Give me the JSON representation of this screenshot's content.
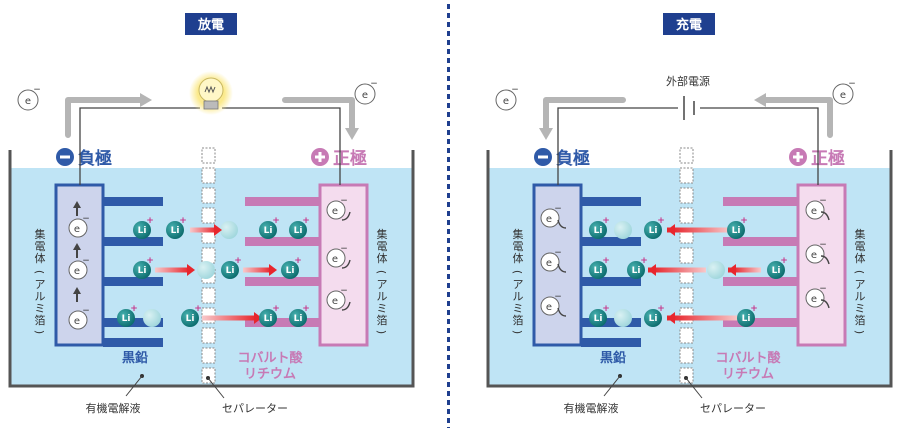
{
  "left_panel": {
    "title": "放電",
    "negative_label": "負極",
    "positive_label": "正極",
    "negative_material": "黒鉛",
    "positive_material_line1": "コバルト酸",
    "positive_material_line2": "リチウム",
    "collector_left": "集電体(アルミ箔)",
    "collector_right": "集電体(アルミ箔)",
    "electrolyte": "有機電解液",
    "separator": "セパレーター"
  },
  "right_panel": {
    "title": "充電",
    "power_source": "外部電源",
    "negative_label": "負極",
    "positive_label": "正極",
    "negative_material": "黒鉛",
    "positive_material_line1": "コバルト酸",
    "positive_material_line2": "リチウム",
    "collector_left": "集電体(アルミ箔)",
    "collector_right": "集電体(アルミ箔)",
    "electrolyte": "有機電解液",
    "separator": "セパレーター"
  },
  "symbols": {
    "electron": "e",
    "electron_charge": "−",
    "lithium": "Li",
    "lithium_charge": "+",
    "minus_sign": "−",
    "plus_sign": "+"
  },
  "colors": {
    "title_bg": "#1f3f8f",
    "electrolyte": "#bfe4f5",
    "negative": "#2f5aa8",
    "positive": "#c77ab5",
    "lithium": "#0f7f7f",
    "arrow": "#e8262d"
  }
}
